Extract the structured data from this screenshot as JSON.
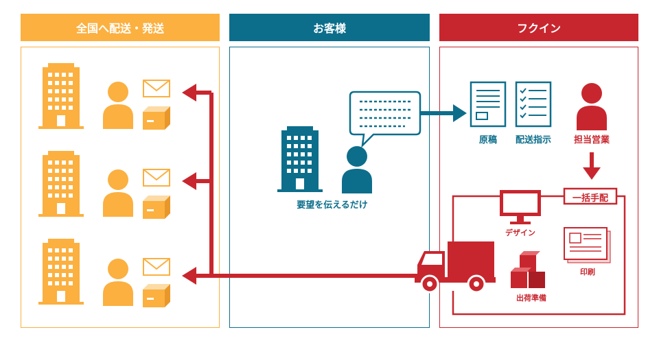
{
  "colors": {
    "orange": "#FBB040",
    "blue": "#0C6E8B",
    "red": "#C8262E",
    "light_orange": "#FCDBA6"
  },
  "headers": {
    "delivery": "全国へ配送・発送",
    "customer": "お客様",
    "fukuin": "フクイン"
  },
  "customer": {
    "caption": "要望を伝えるだけ"
  },
  "fukuin": {
    "manuscript": "原稿",
    "delivery_instructions": "配送指示",
    "sales_rep": "担当営業",
    "one_stop": "一括手配",
    "design": "デザイン",
    "printing": "印刷",
    "shipping_prep": "出荷準備"
  },
  "icons": [
    "building-icon",
    "person-icon",
    "envelope-icon",
    "package-icon",
    "speech-bubble-icon",
    "document-icon",
    "checklist-icon",
    "monitor-icon",
    "printed-sheet-icon",
    "boxes-icon",
    "truck-icon"
  ]
}
